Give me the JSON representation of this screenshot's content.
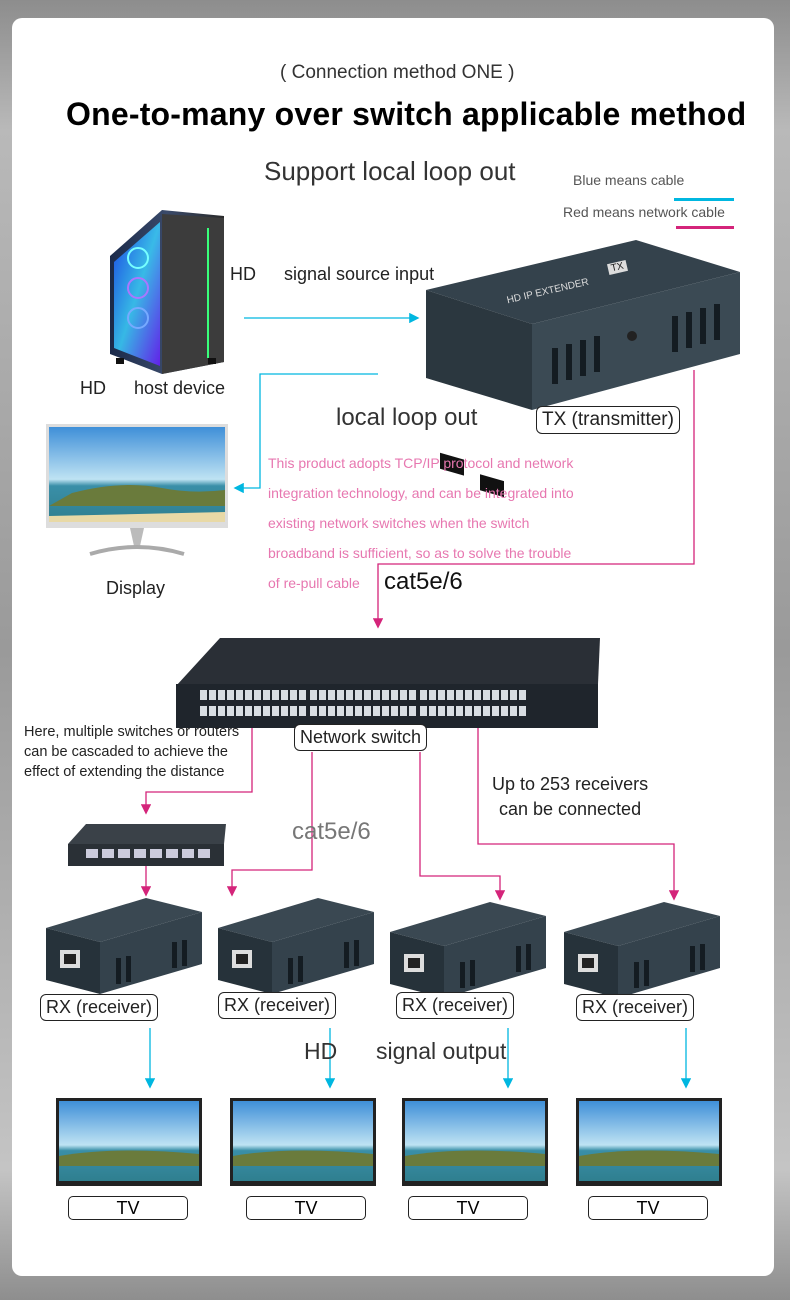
{
  "header": {
    "subtitle": "( Connection method ONE )",
    "title": "One-to-many over switch applicable method",
    "support": "Support local loop out"
  },
  "legend": {
    "blue": "Blue means          cable",
    "red": "Red means network cable",
    "blue_color": "#00b7e0",
    "red_color": "#d4247a"
  },
  "source": {
    "hd": "HD",
    "signal_source": "signal source input",
    "hd2": "HD",
    "host_device": "host device"
  },
  "transmitter": {
    "device_text": "HD IP EXTENDER",
    "tx_badge": "TX",
    "label": "TX (transmitter)"
  },
  "loop": {
    "label": "local loop out",
    "display": "Display"
  },
  "description": [
    "This product adopts TCP/IP protocol and network",
    "integration technology, and can be integrated into",
    "existing network switches when the switch",
    "broadband is sufficient, so as to solve the trouble",
    "of re-pull cable"
  ],
  "cable_top": "cat5e/6",
  "cable_mid": "cat5e/6",
  "switch": {
    "label": "Network switch",
    "note": [
      "Here, multiple switches or routers",
      "can be cascaded to achieve the",
      "effect of extending the distance"
    ],
    "receivers_note": [
      "Up to 253 receivers",
      "can be connected"
    ]
  },
  "receivers": [
    "RX (receiver)",
    "RX (receiver)",
    "RX (receiver)",
    "RX (receiver)"
  ],
  "output": {
    "hd": "HD",
    "signal_output": "signal output"
  },
  "tvs": [
    "TV",
    "TV",
    "TV",
    "TV"
  ]
}
